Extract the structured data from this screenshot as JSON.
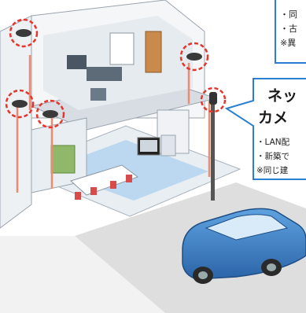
{
  "top_box": {
    "lines": [
      "・同",
      "・古",
      "※異"
    ]
  },
  "network_box": {
    "title_line1": "ネッ",
    "title_line2": "カメ",
    "lines": [
      "・LAN配",
      "・新築で",
      "※同じ建"
    ]
  },
  "colors": {
    "box_border": "#2a7fd0",
    "camera_ring": "#e8342a",
    "cable": "#f08a6e",
    "car": "#3b7fc4",
    "floor_blue": "#bcd8f0",
    "road": "#d9d9d9"
  },
  "icons": {
    "camera": "dome-security-camera-icon",
    "pole_camera": "pole-camera-icon",
    "car": "car-icon"
  }
}
